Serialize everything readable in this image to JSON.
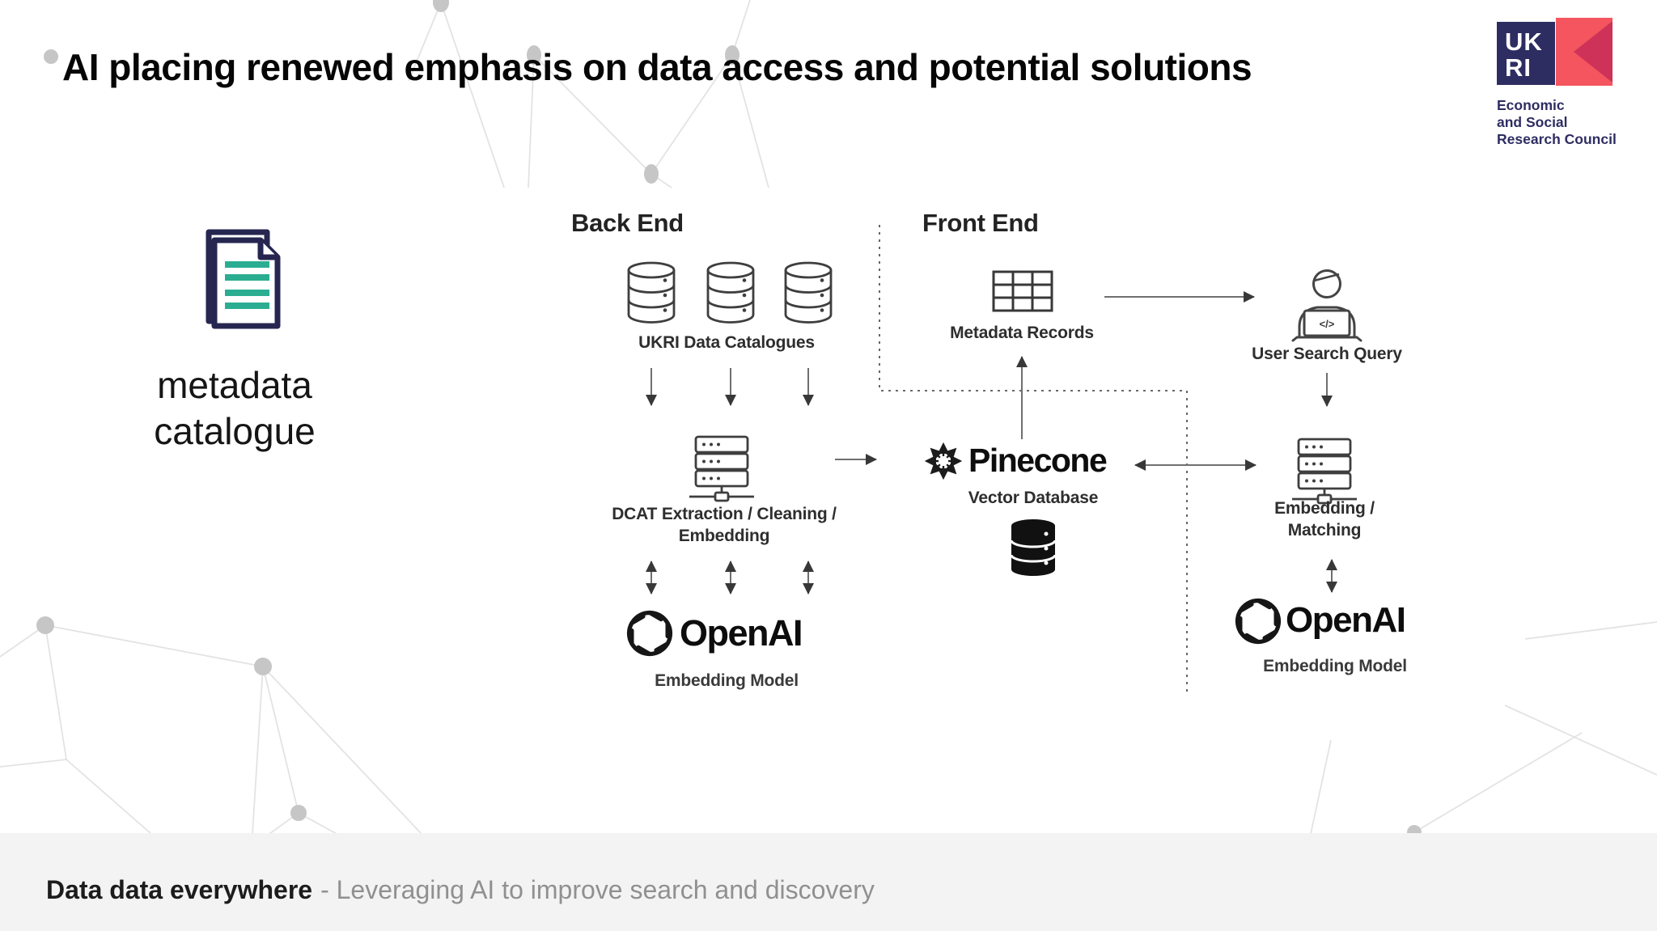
{
  "title": "AI placing renewed emphasis on data access and potential solutions",
  "logo": {
    "uk": "UK",
    "ri": "RI",
    "council_line1": "Economic",
    "council_line2": "and Social",
    "council_line3": "Research Council"
  },
  "catalogue": {
    "caption": "metadata catalogue"
  },
  "diagram": {
    "backend": {
      "header": "Back End",
      "datastores_label": "UKRI Data Catalogues",
      "processor_label": "DCAT Extraction / Cleaning / Embedding",
      "model_wordmark": "OpenAI",
      "model_label": "Embedding Model"
    },
    "vectordb": {
      "wordmark": "Pinecone",
      "label": "Vector Database"
    },
    "frontend": {
      "header": "Front End",
      "records_label": "Metadata Records",
      "user_label": "User Search Query",
      "user_icon_code": "</>",
      "matcher_label": "Embedding / Matching",
      "model_wordmark": "OpenAI",
      "model_label": "Embedding Model"
    }
  },
  "footer": {
    "title": "Data data everywhere",
    "subtitle": "- Leveraging AI to improve search and discovery"
  },
  "colors": {
    "ukri_navy": "#2E2D62",
    "ukri_coral": "#F4555E",
    "ukri_crimson": "#CE3258",
    "doc_teal": "#2BAD92",
    "footer_bg": "#F3F3F3"
  }
}
